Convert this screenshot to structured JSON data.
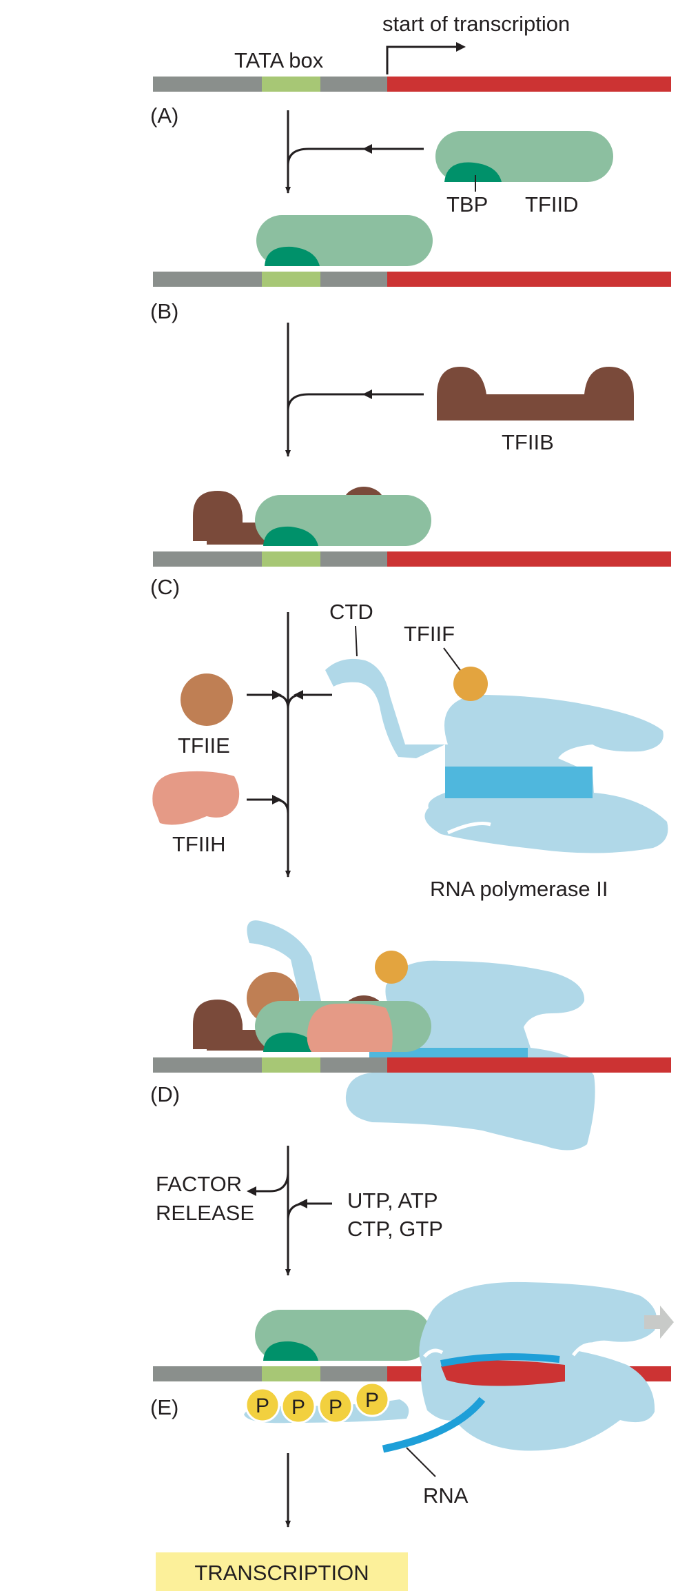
{
  "labels": {
    "start_of_transcription": "start of transcription",
    "tata_box": "TATA box",
    "tbp": "TBP",
    "tfiid": "TFIID",
    "tfiib": "TFIIB",
    "ctd": "CTD",
    "tfiif": "TFIIF",
    "tfiie": "TFIIE",
    "tfiih": "TFIIH",
    "rna_polymerase_ii": "RNA polymerase II",
    "factor_release_1": "FACTOR",
    "factor_release_2": "RELEASE",
    "ntp_1": "UTP, ATP",
    "ntp_2": "CTP, GTP",
    "p": "P",
    "rna": "RNA",
    "transcription": "TRANSCRIPTION"
  },
  "panels": [
    "(A)",
    "(B)",
    "(C)",
    "(D)",
    "(E)"
  ],
  "colors": {
    "dna_promoter": "#8a8f8c",
    "tata_box": "#a7c775",
    "dna_transcribed": "#cc3333",
    "tfiid": "#8cbfa0",
    "tbp": "#00916a",
    "tfiib": "#7a4a3a",
    "tfiie": "#bf7f54",
    "tfiih": "#e59a86",
    "tfiif": "#e3a43f",
    "pol_ii": "#b0d8e8",
    "pol_ii_cleft": "#4fb7dd",
    "rna": "#1e9fd8",
    "phosphate": "#f2d03f",
    "transcription_box": "#fcf09a",
    "arrow": "#231f20",
    "movement_arrow": "#c8cac8"
  }
}
